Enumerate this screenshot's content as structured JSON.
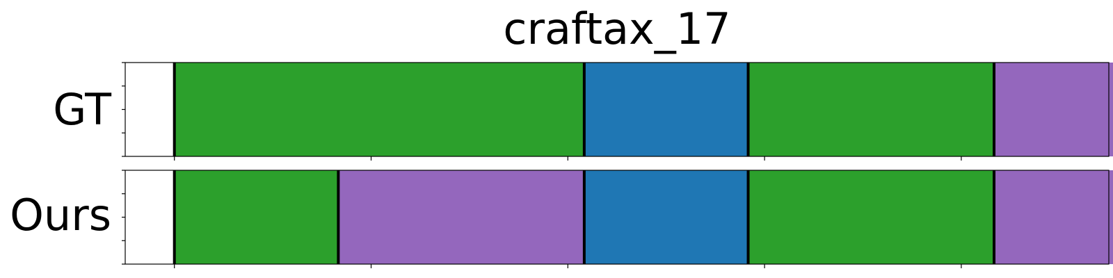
{
  "chart_data": {
    "type": "segmentation-timeline",
    "title": "craftax_17",
    "xlim": [
      0,
      66
    ],
    "colors": {
      "green": "#2ca02c",
      "blue": "#1f77b4",
      "purple": "#9467bd",
      "boundary": "#000000"
    },
    "rows": [
      {
        "label": "GT",
        "segments": [
          {
            "start": 3.3,
            "end": 30.8,
            "color": "green"
          },
          {
            "start": 30.8,
            "end": 41.8,
            "color": "blue"
          },
          {
            "start": 41.8,
            "end": 58.3,
            "color": "green"
          },
          {
            "start": 58.3,
            "end": 69.3,
            "color": "purple"
          }
        ],
        "boundaries": [
          3.3,
          30.8,
          41.8,
          58.3,
          69.3
        ]
      },
      {
        "label": "Ours",
        "segments": [
          {
            "start": 3.3,
            "end": 14.3,
            "color": "green"
          },
          {
            "start": 14.3,
            "end": 30.8,
            "color": "purple"
          },
          {
            "start": 30.8,
            "end": 41.8,
            "color": "blue"
          },
          {
            "start": 41.8,
            "end": 58.3,
            "color": "green"
          },
          {
            "start": 58.3,
            "end": 69.3,
            "color": "purple"
          }
        ],
        "boundaries": [
          3.3,
          30.8,
          14.3,
          41.8,
          58.3,
          69.3
        ]
      }
    ],
    "xticks": [
      3.3,
      16.5,
      29.7,
      42.9,
      56.1,
      69.3
    ],
    "y_minor_ticks": 5
  }
}
